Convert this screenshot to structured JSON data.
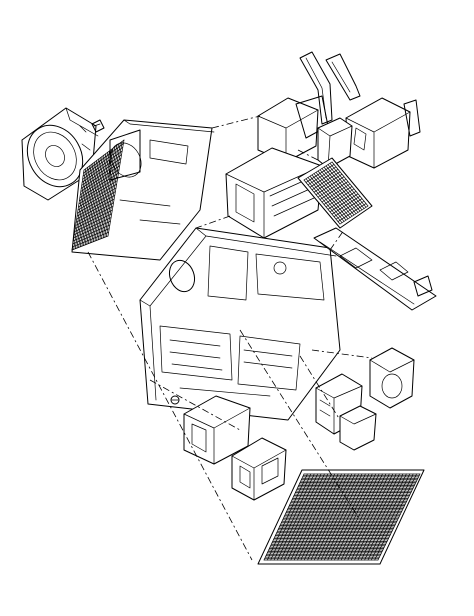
{
  "diagram": {
    "type": "exploded-view",
    "colors": {
      "line": "#000000",
      "background": "#ffffff"
    },
    "parts": [
      {
        "id": "cooling-fan",
        "icon": "fan-icon"
      },
      {
        "id": "side-panel-left",
        "icon": "panel-icon"
      },
      {
        "id": "bezel-trim-1",
        "icon": "trim-icon"
      },
      {
        "id": "bezel-trim-2",
        "icon": "trim-icon"
      },
      {
        "id": "drive-assembly",
        "icon": "drive-icon"
      },
      {
        "id": "drive-cage-front",
        "icon": "drive-cage-icon"
      },
      {
        "id": "disk-drive-small",
        "icon": "drive-icon"
      },
      {
        "id": "bracket-small",
        "icon": "bracket-icon"
      },
      {
        "id": "card-bracket-assembly",
        "icon": "bracket-icon"
      },
      {
        "id": "front-bezel",
        "icon": "bezel-icon"
      },
      {
        "id": "chassis-main",
        "icon": "chassis-icon"
      },
      {
        "id": "motherboard-tray",
        "icon": "board-icon"
      },
      {
        "id": "power-supply",
        "icon": "psu-icon"
      },
      {
        "id": "hard-drive-bracket",
        "icon": "bracket-icon"
      },
      {
        "id": "fan-duct",
        "icon": "fan-icon"
      },
      {
        "id": "heatsink-assembly",
        "icon": "heatsink-icon"
      },
      {
        "id": "screw-small",
        "icon": "screw-icon"
      },
      {
        "id": "side-panel-right",
        "icon": "panel-icon"
      }
    ]
  }
}
